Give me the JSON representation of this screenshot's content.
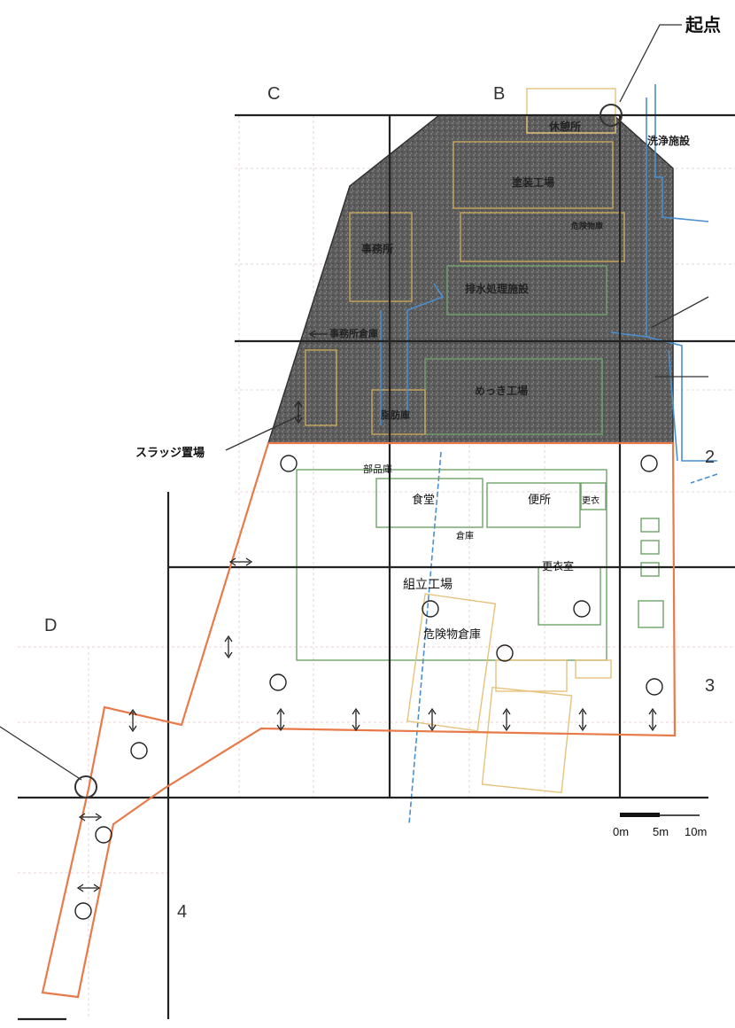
{
  "callouts": {
    "origin": "起点",
    "sludge_area": "スラッジ置場"
  },
  "grid_labels": {
    "col_c": "C",
    "col_b": "B",
    "col_d": "D",
    "row_2": "2",
    "row_3": "3",
    "row_4": "4"
  },
  "facilities": {
    "rest_area": "休憩所",
    "washing": "洗浄施設",
    "paint_factory": "塗装工場",
    "office": "事務所",
    "hazmat_store_top": "危険物庫",
    "wastewater": "排水処理施設",
    "office_storage": "事務所倉庫",
    "plating_factory": "めっき工場",
    "fat_storage": "脂肪庫",
    "parts_storage": "部品庫",
    "cafeteria": "食堂",
    "toilet": "便所",
    "changing_short": "更衣",
    "storage": "倉庫",
    "changing_room": "更衣室",
    "assembly_factory": "組立工場",
    "hazmat_warehouse": "危険物倉庫"
  },
  "scale_bar": {
    "tick_0": "0m",
    "tick_5": "5m",
    "tick_10": "10m"
  },
  "colors": {
    "contaminated_area": "#5e5e5e",
    "survey_boundary": "#e87a4a",
    "grid": "#222222",
    "pipe": "#4a8fd0",
    "building_green": "#5a9a55",
    "building_yellow": "#e6c27a"
  }
}
